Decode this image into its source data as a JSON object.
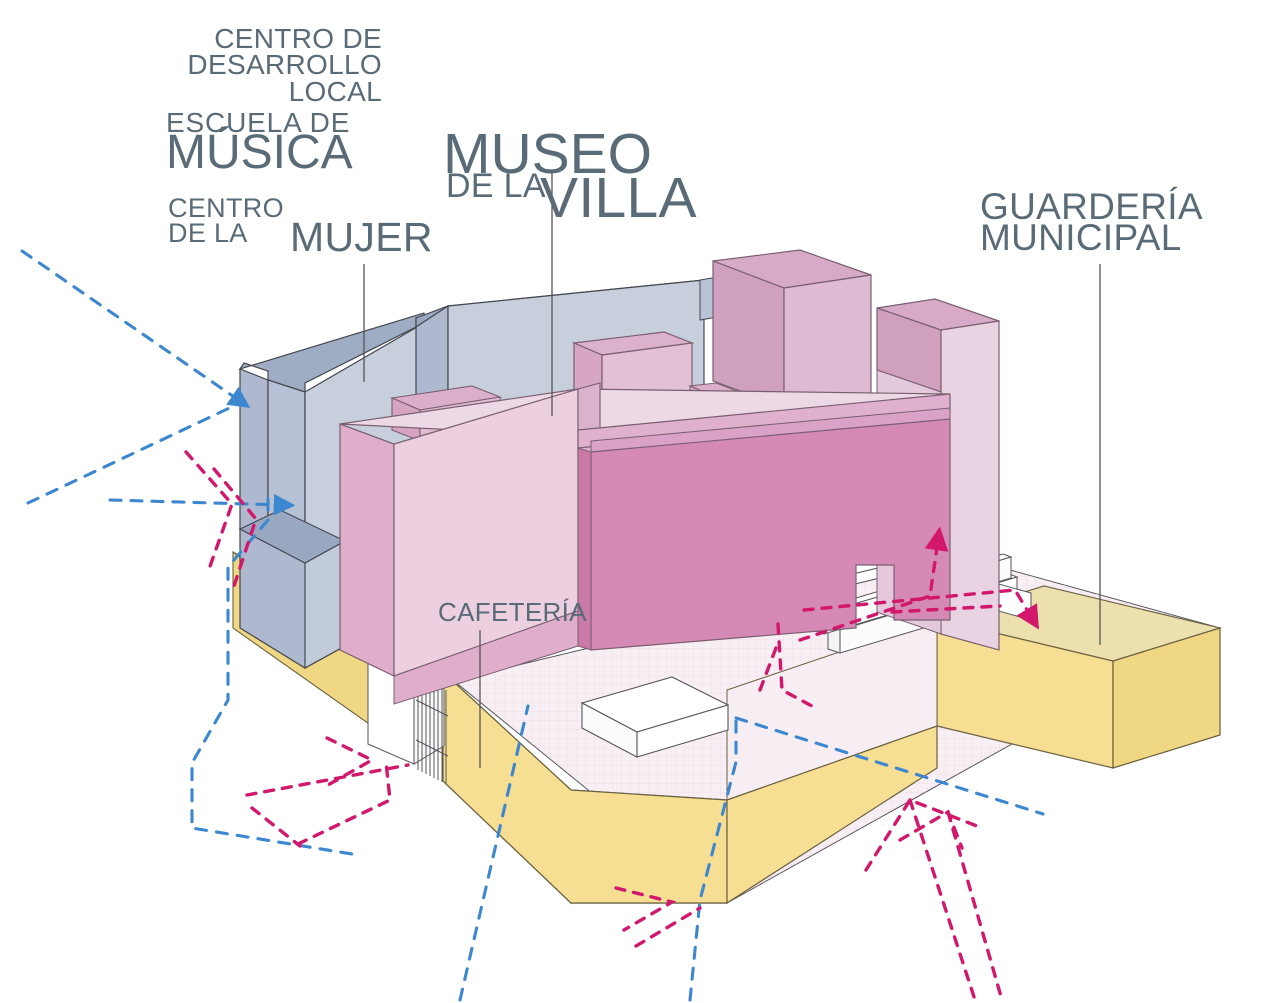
{
  "drawing": {
    "type": "architectural-axonometric-massing-diagram",
    "background_color": "#ffffff",
    "text_color": "#5a6b78"
  },
  "labels": {
    "centro_desarrollo_local": {
      "line1": "CENTRO DE",
      "line2": "DESARROLLO",
      "line3": "LOCAL"
    },
    "escuela_musica": {
      "line1": "ESCUELA DE",
      "line2": "MÚSICA"
    },
    "centro_mujer": {
      "line1": "CENTRO",
      "line2": "DE LA",
      "big": "MUJER"
    },
    "museo": {
      "line1": "MUSEO",
      "sub": "DE LA",
      "line2": "VILLA"
    },
    "guarderia": {
      "line1": "GUARDERÍA",
      "line2": "MUNICIPAL"
    },
    "cafeteria": {
      "line1": "CAFETERÍA"
    }
  },
  "palette": {
    "blue_roof_dark": "#9fadc4",
    "blue_face_light": "#c7cfdd",
    "blue_face_mid": "#b3bfd3",
    "pink_pale": "#ecd6e2",
    "pink_light": "#e6c3d6",
    "pink_mid": "#dbafc9",
    "magenta": "#d589b5",
    "magenta_dark": "#cf7faf",
    "plaza_pink": "#f7eef3",
    "yellow_plinth": "#f5dd8e",
    "yellow_plinth_top": "#ece0ae",
    "white_volume": "#ffffff",
    "stroke": "#4a4a52",
    "stroke_soft": "#7a5f70",
    "leader_line": "#555555",
    "arrow_red": "#d2186c",
    "sightline_blue": "#3d87d0"
  },
  "annotations": {
    "red_arrows_meaning": "pedestrian-access-flow",
    "blue_dashed_meaning": "sight-lines-visual-axes",
    "leader_lines_meaning": "label-pointers"
  }
}
